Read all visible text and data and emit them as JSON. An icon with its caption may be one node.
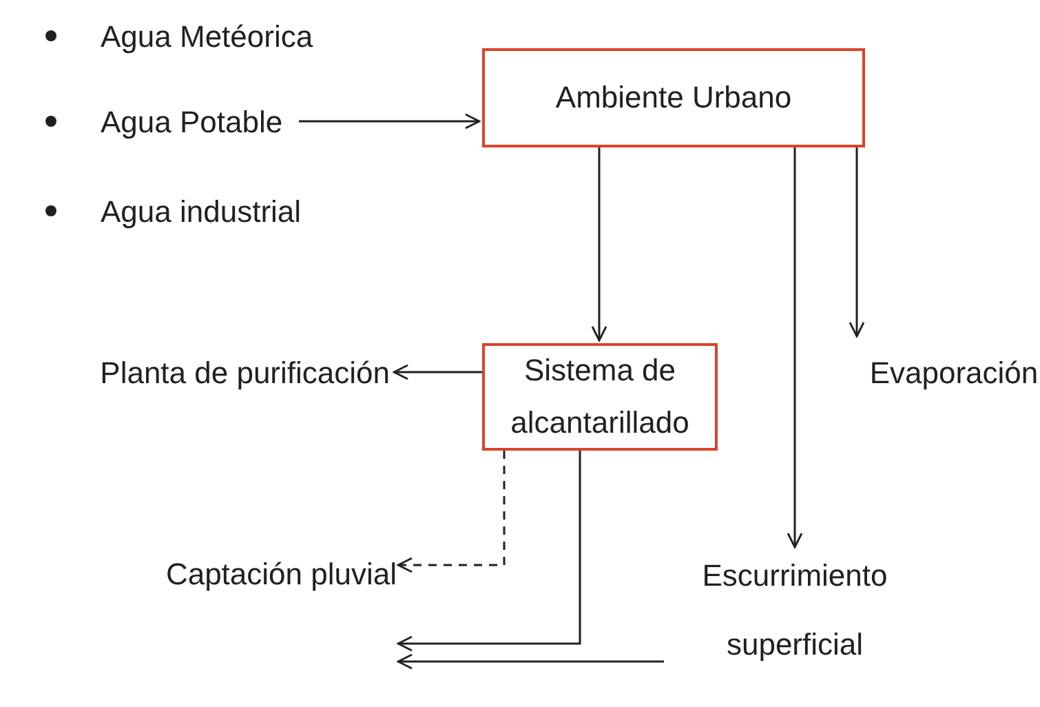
{
  "diagram": {
    "nodes": [
      {
        "text": [
          "Agua Metéorica"
        ]
      },
      {
        "text": [
          "Agua Potable"
        ]
      },
      {
        "text": [
          "Agua industrial"
        ]
      },
      {
        "text": [
          "Ambiente Urbano"
        ]
      },
      {
        "text": [
          "Sistema de alcantarillado"
        ]
      },
      {
        "text": [
          "Planta de purificación"
        ]
      },
      {
        "text": [
          "Evaporación"
        ]
      },
      {
        "text": [
          "Captación pluvial"
        ]
      },
      {
        "text": [
          "Escurrimiento superficial"
        ]
      }
    ],
    "edges": [
      {
        "from": 1,
        "to": 3,
        "arrow": "to"
      },
      {
        "from": 3,
        "to": 4,
        "arrow": "to"
      },
      {
        "from": 3,
        "to": 6,
        "arrow": "to"
      },
      {
        "from": 3,
        "to": 8,
        "arrow": "to"
      },
      {
        "from": 4,
        "to": 5,
        "arrow": "to"
      },
      {
        "from": 4,
        "to": 7,
        "arrow": "to",
        "style": "dashed"
      },
      {
        "from": 4,
        "to": 7,
        "arrow": "to"
      },
      {
        "from": 8,
        "to": 7,
        "arrow": "to"
      }
    ]
  }
}
